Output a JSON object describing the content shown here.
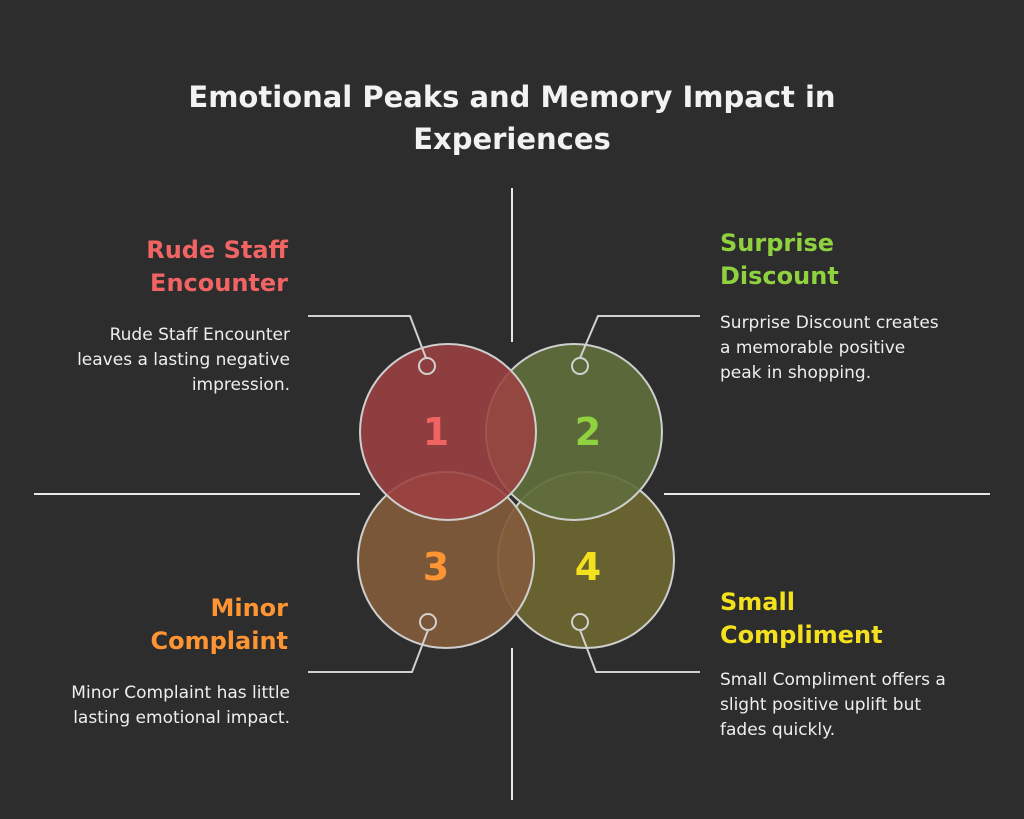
{
  "title": "Emotional Peaks and Memory Impact in Experiences",
  "items": [
    {
      "number": "1",
      "heading": "Rude Staff Encounter",
      "description": "Rude Staff Encounter leaves a lasting negative impression.",
      "color": "#f26363",
      "fill": "#9c4141"
    },
    {
      "number": "2",
      "heading": "Surprise Discount",
      "description": "Surprise Discount creates a memorable positive peak in shopping.",
      "color": "#8fd13f",
      "fill": "#5f6e3c"
    },
    {
      "number": "3",
      "heading": "Minor Complaint",
      "description": "Minor Complaint has little lasting emotional impact.",
      "color": "#ff9532",
      "fill": "#825b3b"
    },
    {
      "number": "4",
      "heading": "Small Compliment",
      "description": "Small Compliment offers a slight positive uplift but fades quickly.",
      "color": "#f4e11e",
      "fill": "#6e6732"
    }
  ]
}
